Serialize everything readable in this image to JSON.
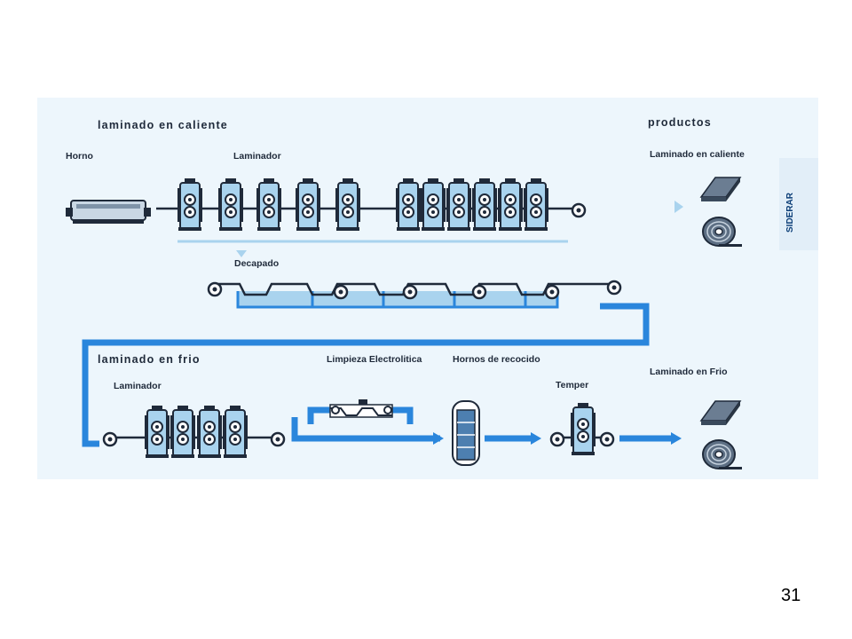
{
  "slide": {
    "page_number": "31"
  },
  "brand": {
    "name": "SIDERAR"
  },
  "sections": {
    "hot_rolling": "laminado en caliente",
    "products": "productos",
    "pickling": "Decapado",
    "cold_rolling": "laminado en frio"
  },
  "labels": {
    "furnace": "Horno",
    "hot_mill": "Laminador",
    "hot_product": "Laminado en caliente",
    "cold_mill": "Laminador",
    "electrolytic": "Limpieza Electrolitica",
    "annealing": "Hornos de recocido",
    "temper": "Temper",
    "cold_product": "Laminado en Frio"
  },
  "colors": {
    "line_blue": "#2a86dc",
    "light_blue": "#a9d3ee",
    "background": "#edf6fc",
    "machine_dark": "#1f2a3a"
  }
}
